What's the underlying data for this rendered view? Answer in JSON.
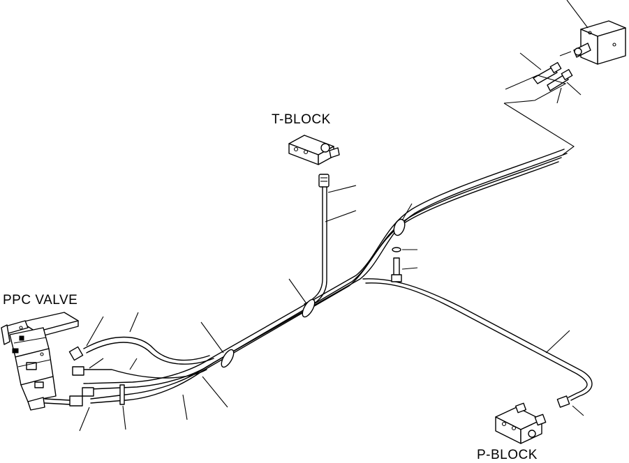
{
  "labels": {
    "t_block": "T-BLOCK",
    "ppc_valve": "PPC VALVE",
    "p_block": "P-BLOCK"
  },
  "colors": {
    "ink": "#000000",
    "paper": "#ffffff"
  }
}
